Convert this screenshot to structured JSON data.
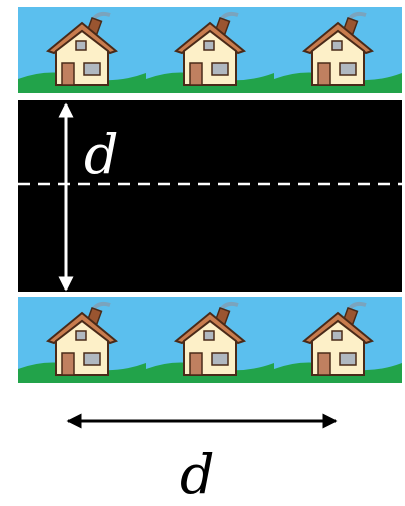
{
  "labels": {
    "road_width": "d",
    "spacing": "d"
  },
  "colors": {
    "sky": "#5bbfee",
    "grass": "#22a34a",
    "road": "#000000",
    "house_wall": "#fdf0c8",
    "house_roof": "#c87c4e",
    "house_outline": "#4a2a18",
    "chimney": "#9a5530",
    "window": "#b0b8c0",
    "door": "#c08060",
    "arrow_on_road": "#ffffff",
    "arrow_below": "#000000"
  },
  "scene": {
    "houses_per_row": 3,
    "rows": [
      "top",
      "bottom"
    ]
  }
}
